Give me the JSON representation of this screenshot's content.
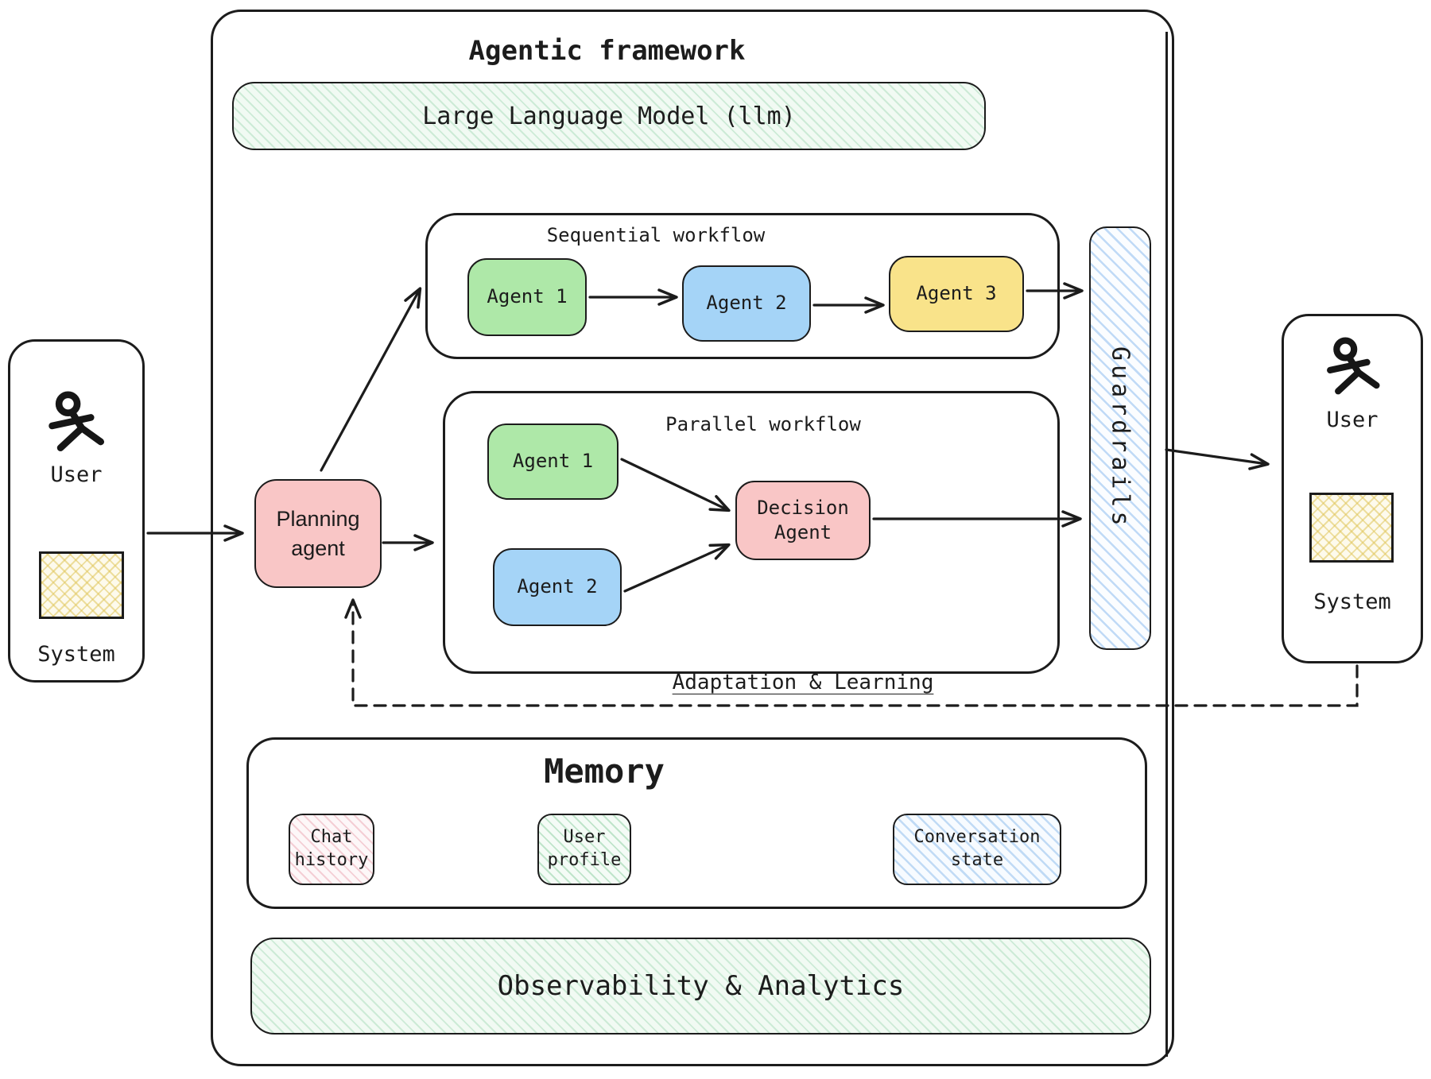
{
  "frame": {
    "title": "Agentic framework"
  },
  "llm": {
    "label": "Large Language Model (llm)"
  },
  "sequential": {
    "title": "Sequential workflow",
    "agents": [
      "Agent 1",
      "Agent 2",
      "Agent 3"
    ]
  },
  "parallel": {
    "title": "Parallel workflow",
    "agents": [
      "Agent 1",
      "Agent 2"
    ],
    "decision_agent": "Decision Agent"
  },
  "planning_agent": {
    "label": "Planning agent"
  },
  "guardrails": {
    "label": "Guardrails"
  },
  "adaptation": {
    "label": "Adaptation & Learning"
  },
  "memory": {
    "title": "Memory",
    "chips": [
      "Chat history",
      "User profile",
      "Conversation state"
    ]
  },
  "observability": {
    "label": "Observability & Analytics"
  },
  "actors": {
    "left": {
      "top_label": "User",
      "bottom_label": "System"
    },
    "right": {
      "top_label": "User",
      "bottom_label": "System"
    }
  },
  "colors": {
    "agent_green": "#aee8a8",
    "agent_blue": "#a5d4f7",
    "agent_yellow": "#f9e38a",
    "agent_pink": "#f9c6c6",
    "ink": "#1c1c1c"
  }
}
